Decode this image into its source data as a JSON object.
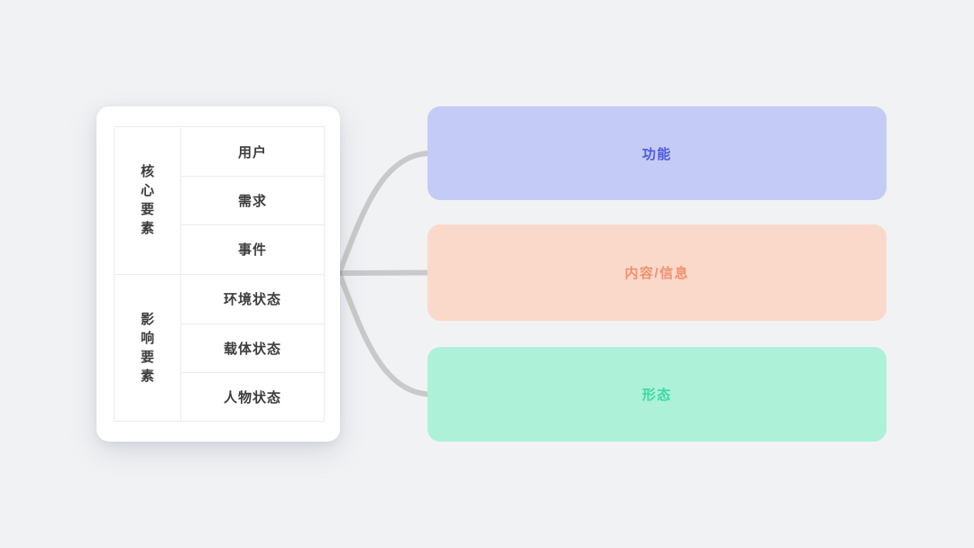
{
  "page": {
    "background": "#f1f2f4"
  },
  "panel": {
    "groups": [
      {
        "label": "核心要素",
        "rows": [
          "用户",
          "需求",
          "事件"
        ]
      },
      {
        "label": "影响要素",
        "rows": [
          "环境状态",
          "载体状态",
          "人物状态"
        ]
      }
    ]
  },
  "nodes": [
    {
      "label": "功能",
      "bg": "#c5cbf7",
      "text_color": "#4e59de"
    },
    {
      "label": "内容/信息",
      "bg": "#fbd9ca",
      "text_color": "#f0916f"
    },
    {
      "label": "形态",
      "bg": "#acf1d8",
      "text_color": "#3ed9a5"
    }
  ],
  "connectors": {
    "color": "rgba(150,150,150,0.45)"
  }
}
